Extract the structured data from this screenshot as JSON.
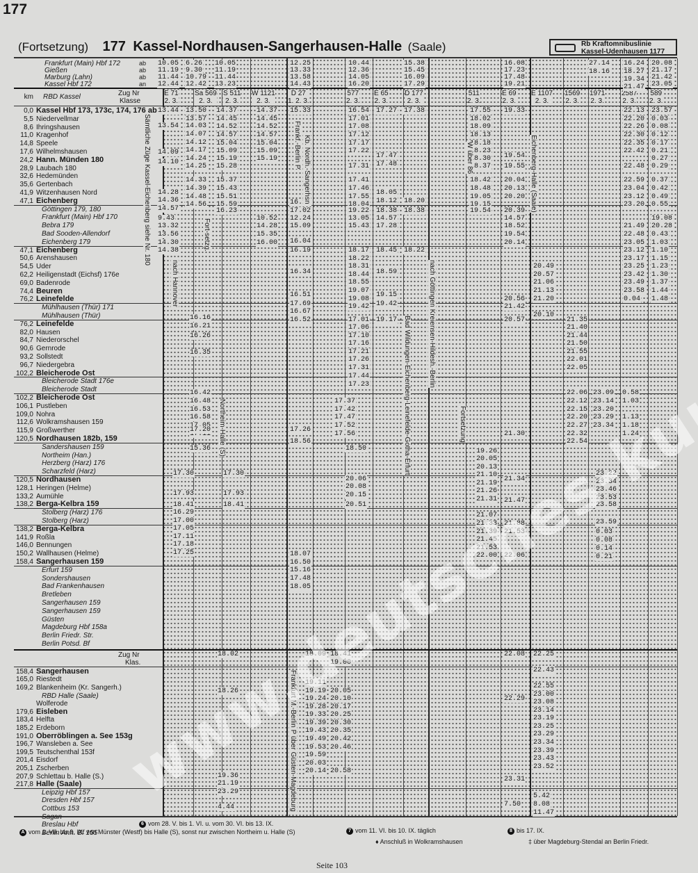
{
  "page_number": "177",
  "header": {
    "continuation": "(Fortsetzung)",
    "table_number": "177",
    "title": "Kassel-Nordhausen-Sangerhausen-Halle",
    "title_suffix": "(Saale)",
    "bus_box_line1": "Rb Kraftomnibuslinie",
    "bus_box_line2": "Kassel-Udenhausen 1177"
  },
  "top_stations": [
    {
      "name": "Frankfurt (Main) Hbf 172",
      "ab": "ab"
    },
    {
      "name": "Gießen",
      "ab": "ab"
    },
    {
      "name": "Marburg (Lahn)",
      "ab": "ab"
    },
    {
      "name": "Kassel Hbf 172",
      "ab": "an"
    }
  ],
  "column_header": {
    "km": "km",
    "rbd": "RBD Kassel",
    "zug": "Zug Nr",
    "klasse": "Klasse"
  },
  "trains": [
    {
      "nr": "E 71",
      "klasse": "2. 3."
    },
    {
      "nr": "Sa 569",
      "klasse": "2. 3."
    },
    {
      "nr": "S 511",
      "klasse": "2. 3."
    },
    {
      "nr": "W 1121",
      "klasse": "2. 3."
    },
    {
      "nr": "D 27",
      "klasse": "1. 2. 3."
    },
    {
      "nr": "577",
      "klasse": "2. 3."
    },
    {
      "nr": "E 65",
      "klasse": "2. 3."
    },
    {
      "nr": "D 177",
      "klasse": "2. 3."
    },
    {
      "nr": "511",
      "klasse": "2. 3."
    },
    {
      "nr": "E 69",
      "klasse": "2. 3."
    },
    {
      "nr": "E 1107",
      "klasse": "2. 3."
    },
    {
      "nr": "1569",
      "klasse": "2. 3."
    },
    {
      "nr": "1971",
      "klasse": "2. 3."
    },
    {
      "nr": "2587",
      "klasse": "2. 3."
    },
    {
      "nr": "589",
      "klasse": "2. 3."
    }
  ],
  "stations": [
    {
      "km": "0,0",
      "name": "Kassel Hbf 173, 173c, 174, 176 ab"
    },
    {
      "km": "5,5",
      "name": "Niedervellmar"
    },
    {
      "km": "8,6",
      "name": "Ihringshausen"
    },
    {
      "km": "11,0",
      "name": "Kragenhof"
    },
    {
      "km": "14,8",
      "name": "Speele"
    },
    {
      "km": "17,6",
      "name": "Wilhelmshausen"
    },
    {
      "km": "24,2",
      "name": "Hann. Münden 180"
    },
    {
      "km": "28,9",
      "name": "Laubach 180"
    },
    {
      "km": "32,6",
      "name": "Hedemünden"
    },
    {
      "km": "35,6",
      "name": "Gertenbach"
    },
    {
      "km": "41,9",
      "name": "Witzenhausen Nord"
    },
    {
      "km": "47,1",
      "name": "Eichenberg"
    },
    {
      "km": "",
      "name": "Göttingen 179, 180"
    },
    {
      "km": "",
      "name": "Frankfurt (Main) Hbf 170"
    },
    {
      "km": "",
      "name": "Bebra 179"
    },
    {
      "km": "",
      "name": "Bad Sooden-Allendorf"
    },
    {
      "km": "",
      "name": "Eichenberg 179"
    },
    {
      "km": "47,1",
      "name": "Eichenberg"
    },
    {
      "km": "50,6",
      "name": "Arenshausen"
    },
    {
      "km": "54,5",
      "name": "Uder"
    },
    {
      "km": "62,2",
      "name": "Heiligenstadt (Eichsf) 176e"
    },
    {
      "km": "69,0",
      "name": "Badenrode"
    },
    {
      "km": "74,4",
      "name": "Beuren"
    },
    {
      "km": "76,2",
      "name": "Leinefelde"
    },
    {
      "km": "",
      "name": "Mühlhausen (Thür) 171"
    },
    {
      "km": "",
      "name": "Mühlhausen (Thür)"
    },
    {
      "km": "76,2",
      "name": "Leinefelde"
    },
    {
      "km": "82,0",
      "name": "Hausen"
    },
    {
      "km": "84,7",
      "name": "Niederorschel"
    },
    {
      "km": "90,6",
      "name": "Gernrode"
    },
    {
      "km": "93,2",
      "name": "Sollstedt"
    },
    {
      "km": "96,7",
      "name": "Niedergebra"
    },
    {
      "km": "102,2",
      "name": "Bleicherode Ost"
    },
    {
      "km": "",
      "name": "Bleicherode Stadt 176e"
    },
    {
      "km": "",
      "name": "Bleicherode Stadt"
    },
    {
      "km": "102,2",
      "name": "Bleicherode Ost"
    },
    {
      "km": "106,1",
      "name": "Pustleben"
    },
    {
      "km": "109,0",
      "name": "Nohra"
    },
    {
      "km": "112,6",
      "name": "Wolkramshausen 159"
    },
    {
      "km": "115,9",
      "name": "Großwerther"
    },
    {
      "km": "120,5",
      "name": "Nordhausen 182b, 159"
    },
    {
      "km": "",
      "name": "Sandershausen 159"
    },
    {
      "km": "",
      "name": "Northeim (Han.)"
    },
    {
      "km": "",
      "name": "Herzberg (Harz) 176"
    },
    {
      "km": "",
      "name": "Scharzfeld (Harz)"
    },
    {
      "km": "120,5",
      "name": "Nordhausen"
    },
    {
      "km": "128,1",
      "name": "Heringen (Helme)"
    },
    {
      "km": "133,2",
      "name": "Aumühle"
    },
    {
      "km": "138,2",
      "name": "Berga-Kelbra 159"
    },
    {
      "km": "",
      "name": "Stolberg (Harz) 176"
    },
    {
      "km": "",
      "name": "Stolberg (Harz)"
    },
    {
      "km": "138,2",
      "name": "Berga-Kelbra"
    },
    {
      "km": "141,9",
      "name": "Roßla"
    },
    {
      "km": "146,0",
      "name": "Bennungen"
    },
    {
      "km": "150,2",
      "name": "Wallhausen (Helme)"
    },
    {
      "km": "158,4",
      "name": "Sangerhausen 159"
    },
    {
      "km": "",
      "name": "Erfurt 159"
    },
    {
      "km": "",
      "name": "Sondershausen"
    },
    {
      "km": "",
      "name": "Bad Frankenhausen"
    },
    {
      "km": "",
      "name": "Bretleben"
    },
    {
      "km": "",
      "name": "Sangerhausen 159"
    },
    {
      "km": "",
      "name": "Sangerhausen 159"
    },
    {
      "km": "",
      "name": "Güsten"
    },
    {
      "km": "",
      "name": "Magdeburg Hbf 158a"
    },
    {
      "km": "",
      "name": "Berlin Friedr. Str."
    },
    {
      "km": "",
      "name": "Berlin Potsd. Bf"
    }
  ],
  "second_header": {
    "zug": "Zug Nr",
    "klasse": "Klas."
  },
  "stations_lower": [
    {
      "km": "158,4",
      "name": "Sangerhausen"
    },
    {
      "km": "165,0",
      "name": "Riestedt"
    },
    {
      "km": "169,2",
      "name": "Blankenheim (Kr. Sangerh.)"
    },
    {
      "km": "",
      "name": "RBD Halle (Saale)"
    },
    {
      "km": "",
      "name": "Wolferode"
    },
    {
      "km": "179,6",
      "name": "Eisleben"
    },
    {
      "km": "183,4",
      "name": "Helfta"
    },
    {
      "km": "185,2",
      "name": "Erdeborn"
    },
    {
      "km": "191,0",
      "name": "Oberröblingen a. See 153g"
    },
    {
      "km": "196,7",
      "name": "Wansleben a. See"
    },
    {
      "km": "199,5",
      "name": "Teutschenthal 153f"
    },
    {
      "km": "201,4",
      "name": "Eisdorf"
    },
    {
      "km": "205,1",
      "name": "Zscherben"
    },
    {
      "km": "207,9",
      "name": "Schlettau b. Halle (S.)"
    },
    {
      "km": "217,8",
      "name": "Halle (Saale)"
    },
    {
      "km": "",
      "name": "Leipzig Hbf 157"
    },
    {
      "km": "",
      "name": "Dresden Hbf 157"
    },
    {
      "km": "",
      "name": "Cottbus 153"
    },
    {
      "km": "",
      "name": "Sagan"
    },
    {
      "km": "",
      "name": "Breslau Hbf"
    },
    {
      "km": "",
      "name": "Berlin Anh. Bf 155"
    }
  ],
  "cells": {
    "c1": "10.05",
    "c2": "11.19",
    "c3": "11.44",
    "c4": "12.44",
    "c5": "13.44",
    "c6": "13.54",
    "c7": "14.09",
    "c8": "14.10",
    "c9": "14.28",
    "c10": "14.36",
    "c11": "14.57",
    "c12": "9.43",
    "c13": "13.32",
    "c14": "13.56",
    "c15": "14.30",
    "c16": "14.38",
    "d1": "6.26",
    "d2": "9.30",
    "d3": "10.79",
    "d4": "12.42",
    "d5": "13.50",
    "d6": "13.57",
    "d7": "14.03",
    "d8": "14.07",
    "d9": "14.12",
    "d10": "14.17",
    "d11": "14.24",
    "d12": "14.25",
    "d13": "14.33",
    "d14": "14.39",
    "d15": "14.48",
    "d16": "14.56",
    "e1": "10.05",
    "e2": "11.19",
    "e3": "11.44",
    "e4": "13.23",
    "e5": "14.37",
    "e6": "14.45",
    "e7": "14.52",
    "e8": "14.57",
    "e9": "15.04",
    "e10": "15.09",
    "e11": "15.19",
    "e12": "15.28",
    "e13": "15.37",
    "e14": "15.43",
    "e15": "15.51",
    "e16": "15.59",
    "e17": "16.23",
    "f1": "14.37",
    "f2": "14.45",
    "f3": "14.52",
    "f4": "14.57",
    "f5": "15.04",
    "f6": "15.09",
    "f7": "15.19",
    "f8": "10.52",
    "f9": "14.28",
    "f10": "15.35",
    "f11": "16.00",
    "g1": "12.25",
    "g2": "13.33",
    "g3": "13.58",
    "g4": "14.43",
    "g5": "15.33",
    "g6": "16.17",
    "g7": "17.02",
    "g8": "12.24",
    "g9": "15.09",
    "g10": "16.04",
    "g11": "16.19",
    "g12": "16.34",
    "g13": "16.51",
    "g14": "17.69",
    "g15": "16.67",
    "g16": "16.52",
    "h1": "10.44",
    "h2": "12.36",
    "h3": "14.05",
    "h4": "16.20",
    "h5": "16.54",
    "h6": "17.01",
    "h7": "17.08",
    "h8": "17.12",
    "h9": "17.17",
    "h10": "17.22",
    "h11": "17.31",
    "h12": "17.41",
    "h13": "17.46",
    "h14": "17.55",
    "h15": "18.04",
    "h16": "19.22",
    "h17": "13.05",
    "h18": "15.43",
    "h19": "18.17",
    "h20": "18.22",
    "h21": "18.31",
    "h22": "18.44",
    "h23": "18.55",
    "h24": "19.07",
    "h25": "19.08",
    "h26": "19.42",
    "h27": "17.01",
    "h28": "17.06",
    "h29": "17.10",
    "h30": "17.16",
    "h31": "17.21",
    "h32": "17.26",
    "h33": "17.31",
    "h34": "17.44",
    "h35": "17.23",
    "i1": "17.27",
    "i2": "17.47",
    "i3": "17.48",
    "i4": "18.05",
    "i5": "18.12",
    "i6": "18.38",
    "i7": "14.57",
    "i8": "17.28",
    "i9": "18.45",
    "i10": "18.59",
    "i11": "19.15",
    "i12": "19.42",
    "i13": "19.17",
    "j1": "15.38",
    "j2": "15.45",
    "j3": "16.09",
    "j4": "17.29",
    "j5": "17.38",
    "j6": "18.20",
    "j7": "18.38",
    "j8": "18.22",
    "k1": "17.55",
    "k2": "18.02",
    "k3": "18.09",
    "k4": "18.13",
    "k5": "18.18",
    "k6": "18.23",
    "k7": "18.30",
    "k8": "18.37",
    "k9": "18.42",
    "k10": "18.48",
    "k11": "19.05",
    "k12": "19.15",
    "k13": "19.54",
    "l1": "16.08",
    "l2": "17.23",
    "l3": "17.48",
    "l4": "19.21",
    "l5": "19.33",
    "l6": "19.54",
    "l7": "19.55",
    "l8": "20.04",
    "l9": "20.13",
    "l10": "20.20",
    "l11": "20.39",
    "l12": "14.57",
    "l13": "18.52",
    "l14": "19.54",
    "l15": "20.14",
    "l16": "20.56",
    "l17": "21.42",
    "l18": "20.57",
    "m1": "20.49",
    "m2": "20.57",
    "m3": "21.06",
    "m4": "21.13",
    "m5": "21.20",
    "m6": "20.10",
    "n1": "21.35",
    "n2": "21.40",
    "n3": "21.44",
    "n4": "21.50",
    "n5": "21.55",
    "n6": "22.01",
    "n7": "22.05",
    "o1": "27.14",
    "o2": "18.16",
    "o3": "16.24",
    "o4": "18.27",
    "o5": "19.34",
    "o6": "21.47",
    "o7": "22.13",
    "o8": "22.20",
    "o9": "22.26",
    "o10": "22.30",
    "o11": "22.35",
    "o12": "22.42",
    "o13": "22.48",
    "o14": "22.59",
    "o15": "23.04",
    "o16": "23.12",
    "o17": "23.20",
    "o18": "21.49",
    "o19": "22.48",
    "o20": "23.05",
    "o21": "23.12",
    "o22": "23.17",
    "o23": "23.25",
    "o24": "23.42",
    "o25": "23.49",
    "o26": "23.58",
    "o27": "0.04",
    "p1": "20.08",
    "p2": "21.17",
    "p3": "21.42",
    "p4": "23.05",
    "p5": "23.57",
    "p6": "0.03",
    "p7": "0.08",
    "p8": "0.12",
    "p9": "0.17",
    "p10": "0.21",
    "p11": "0.27",
    "p12": "0.29",
    "p13": "0.37",
    "p14": "0.42",
    "p15": "0.49",
    "p16": "0.55",
    "p17": "19.08",
    "p18": "20.28",
    "p19": "0.43",
    "p20": "1.03",
    "p21": "1.10",
    "p22": "1.15",
    "p23": "1.23",
    "p24": "1.30",
    "p25": "1.37",
    "p26": "1.44",
    "p27": "1.48",
    "lw1": "18.02",
    "lw2": "18.26",
    "lw3": "19.36",
    "lw4": "21.19",
    "lw5": "23.29",
    "lw6": "4.44",
    "lx1": "18.09",
    "lx2": "19.11",
    "lx3": "19.19",
    "lx4": "19.24",
    "lx5": "19.28",
    "lx6": "19.33",
    "lx7": "19.39",
    "lx8": "19.43",
    "lx9": "19.49",
    "lx10": "19.53",
    "lx11": "19.59",
    "lx12": "20.03",
    "lx13": "20.14",
    "ly1": "18.41",
    "ly2": "19.00",
    "ly3": "20.05",
    "ly4": "20.10",
    "ly5": "20.17",
    "ly6": "20.25",
    "ly7": "20.30",
    "ly8": "20.35",
    "ly9": "20.42",
    "ly10": "20.46",
    "ly11": "20.58",
    "lz1": "22.08",
    "lz2": "22.29",
    "lz3": "23.31",
    "lz4": "7.50",
    "la1": "22.25",
    "la2": "22.43",
    "la3": "22.55",
    "la4": "23.00",
    "la5": "23.08",
    "la6": "23.14",
    "la7": "23.19",
    "la8": "23.25",
    "la9": "23.29",
    "la10": "23.34",
    "la11": "23.39",
    "la12": "23.43",
    "la13": "23.52",
    "lb1": "5.42",
    "lb2": "8.08",
    "lb3": "11.47",
    "n8": "22.06",
    "n9": "22.12",
    "n10": "22.15",
    "n11": "22.20",
    "n12": "22.27",
    "n13": "22.32",
    "n14": "22.54",
    "q1": "23.09",
    "q2": "23.14",
    "q3": "23.20",
    "q4": "23.29",
    "q5": "23.34",
    "q6": "0.58",
    "q7": "1.03",
    "q8": "1.13",
    "q9": "1.18",
    "q10": "1.24",
    "r1": "19.26",
    "r2": "20.05",
    "r3": "20.13",
    "r4": "21.10",
    "r5": "21.19",
    "r6": "21.26",
    "r7": "21.31",
    "r8": "21.07",
    "r9": "21.33",
    "r10": "21.39",
    "r11": "21.45",
    "r12": "21.53",
    "r13": "22.00",
    "s1": "21.30",
    "s2": "21.34",
    "s3": "21.47",
    "s4": "21.88",
    "s5": "21.53",
    "s6": "22.06",
    "t1": "17.26",
    "t2": "18.56",
    "t3": "18.07",
    "t4": "16.50",
    "t5": "15.16",
    "t6": "17.48",
    "t7": "18.05",
    "u1": "17.30",
    "u2": "17.93",
    "u3": "18.41",
    "u4": "16.29",
    "u5": "17.00",
    "u6": "17.05",
    "u7": "17.11",
    "u8": "17.18",
    "u9": "17.25",
    "v1": "15.36",
    "v2": "16.16",
    "v3": "16.21",
    "v4": "16.26",
    "v5": "16.35",
    "v6": "16.42",
    "v7": "16.48",
    "v8": "16.53",
    "v9": "16.58",
    "v10": "17.05",
    "v11": "17.11",
    "v12": "17.20",
    "w1": "17.37",
    "w2": "17.42",
    "w3": "17.47",
    "w4": "17.52",
    "w5": "17.56",
    "x1": "18.50",
    "x2": "20.06",
    "x3": "20.08",
    "x4": "20.15",
    "x5": "20.51",
    "y1": "23.22",
    "y2": "23.34",
    "y3": "23.46",
    "y4": "23.53",
    "y5": "23.58",
    "z1": "23.59",
    "z2": "0.03",
    "z3": "0.08",
    "z4": "0.14",
    "z5": "0.21"
  },
  "vertical_notes": {
    "v1": "Sämtliche Züge Kassel-Eichenberg siehe Nr. 180",
    "v2": "Frankf.-Berlin P",
    "v3": "Kb. Nordh.-Sangerhsn",
    "v4": "nach Hannover",
    "v5": "Eichenberg-Halle (Saale)",
    "v6": "nach Göttingen Kreiensen-Hildesh.-Berlin",
    "v7": "Bad Wildungen-Eichenberg-Leinefelde-Gotha-Erfurt",
    "v8": "Northeim-Halle (S)",
    "v9": "Fortsetzung",
    "v10": "Frankfurt M.-Berlin P über Güsten-Magdeburg",
    "v11": "W über 86",
    "v12": "Fort-setzg."
  },
  "footnotes": {
    "f1": "vom 28. V. bis 1. VI. u. vom 30. VI. bis 13. IX.",
    "f2": "vom 1. VII. bis 9. IX. von Münster (Westf) bis Halle (S), sonst nur zwischen Northeim u. Halle (S)",
    "f3": "vom 11. VI. bis 10. IX. täglich",
    "f4": "bis 17. IX.",
    "f5": "Anschluß in Wolkramshausen",
    "f6": "über Magdeburg-Stendal an Berlin Friedr.",
    "b1": "A",
    "b2": "7",
    "b3": "8",
    "b4": "6"
  },
  "seite": "Seite 103",
  "watermark": "www.deutsches-kursbuch.de"
}
